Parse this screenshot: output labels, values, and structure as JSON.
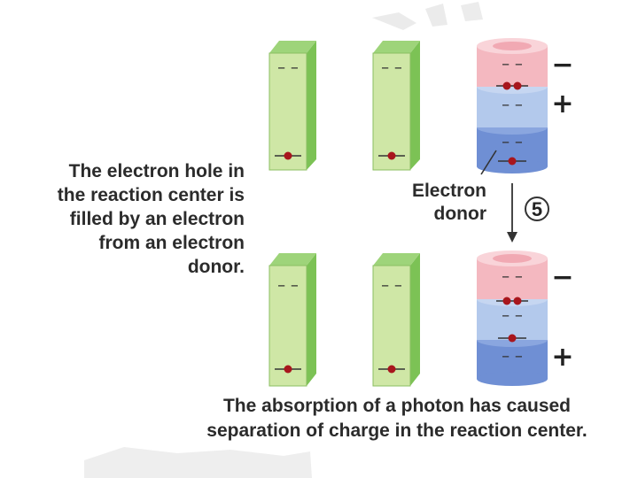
{
  "left_caption": [
    "The electron hole in",
    "the reaction center is",
    "filled by an electron",
    "from an electron",
    "donor."
  ],
  "donor_label": [
    "Electron",
    "donor"
  ],
  "step_number": "5",
  "top_charges": {
    "upper": "−",
    "lower": "+"
  },
  "bottom_charges": {
    "upper": "−",
    "lower": "+"
  },
  "bottom_caption": [
    "The absorption of a photon has caused",
    "separation of charge in the reaction center."
  ],
  "colors": {
    "green_face": "#cfe7a6",
    "green_side": "#7cc255",
    "pink": "#f4b8c0",
    "light_blue": "#b3c9ec",
    "dark_blue": "#6f8fd4",
    "electron": "#a8161d"
  }
}
